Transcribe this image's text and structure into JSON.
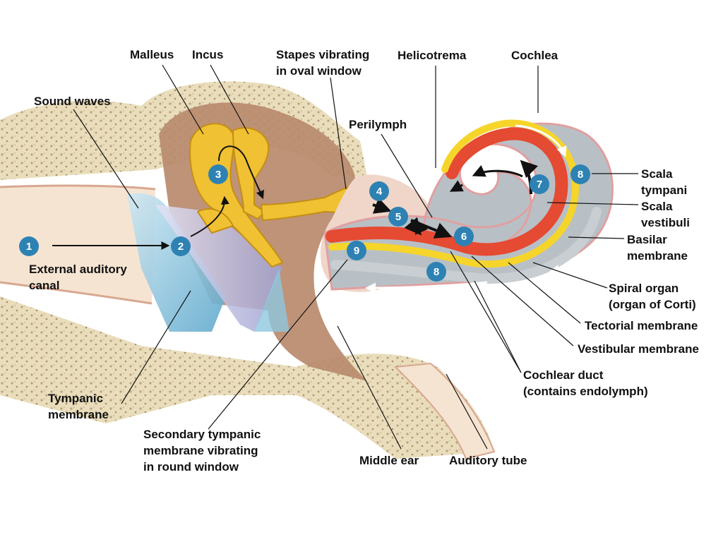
{
  "colors": {
    "bone": "#e9ddbb",
    "bone_pore": "#b9a37f",
    "middle_ear": "#b98a6c",
    "canal": "#f6e4d2",
    "ossicles": "#f0c132",
    "fluid": "#b8c0c6",
    "basilar": "#f6d52a",
    "duct": "#e54a32",
    "membrane": "#8fc7dd",
    "step_badge": "#2e82b3"
  },
  "labels": {
    "malleus": "Malleus",
    "incus": "Incus",
    "stapes": [
      "Stapes vibrating",
      "in oval window"
    ],
    "helicotrema": "Helicotrema",
    "cochlea": "Cochlea",
    "sound_waves": "Sound waves",
    "perilymph": "Perilymph",
    "scala_tympani": [
      "Scala",
      "tympani"
    ],
    "scala_vestibuli": [
      "Scala",
      "vestibuli"
    ],
    "basilar_membrane": [
      "Basilar",
      "membrane"
    ],
    "external_canal": [
      "External auditory",
      "canal"
    ],
    "spiral_organ": [
      "Spiral organ",
      "(organ of Corti)"
    ],
    "tectorial_membrane": "Tectorial membrane",
    "vestibular_membrane": "Vestibular membrane",
    "cochlear_duct": [
      "Cochlear duct",
      "(contains endolymph)"
    ],
    "tympanic_membrane": [
      "Tympanic",
      "membrane"
    ],
    "secondary_tympanic": [
      "Secondary tympanic",
      "membrane vibrating",
      "in round window"
    ],
    "middle_ear": "Middle ear",
    "auditory_tube": "Auditory tube"
  },
  "steps": [
    "1",
    "2",
    "3",
    "4",
    "5",
    "6",
    "7",
    "8",
    "8",
    "9"
  ]
}
